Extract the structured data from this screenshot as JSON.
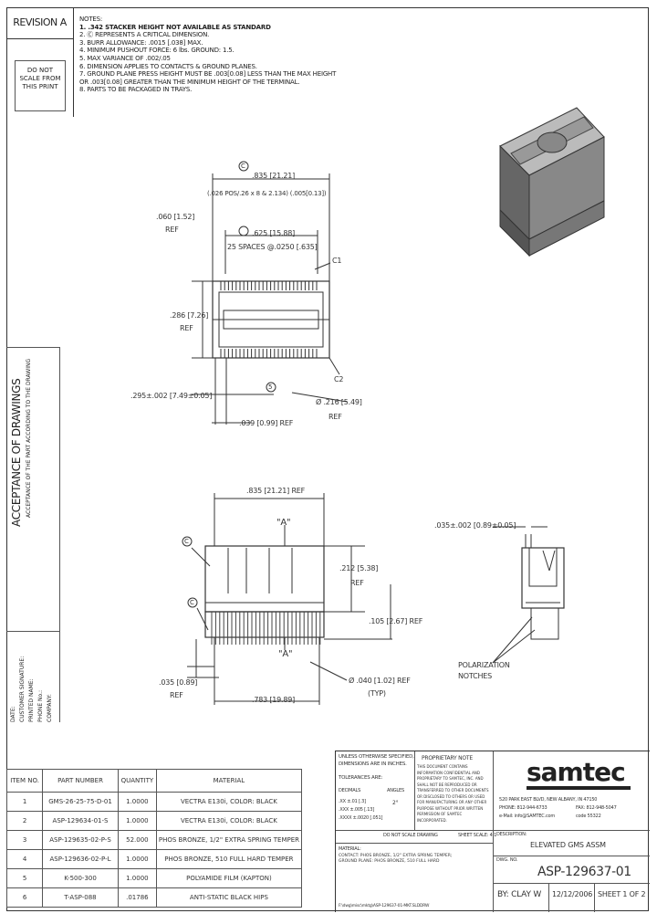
{
  "revision": "REVISION A",
  "do_not_scale": [
    "DO NOT",
    "SCALE FROM",
    "THIS PRINT"
  ],
  "notes": {
    "title": "NOTES:",
    "items": [
      "1. .342 STACKER HEIGHT NOT AVAILABLE AS STANDARD",
      "2. Ⓒ REPRESENTS A CRITICAL DIMENSION.",
      "3. BURR ALLOWANCE: .0015 [.038] MAX.",
      "4. MINIMUM PUSHOUT FORCE: 6 lbs. GROUND: 1.5.",
      "5. MAX VARIANCE OF .002/.05",
      "6. DIMENSION APPLIES TO CONTACTS & GROUND PLANES.",
      "7. GROUND PLANE PRESS HEIGHT MUST BE .003[0.08] LESS THAN THE MAX HEIGHT",
      "   OR .003[0.08] GREATER THAN THE MINIMUM HEIGHT OF THE TERMINAL.",
      "8. PARTS TO BE PACKAGED IN TRAYS."
    ]
  },
  "side_labels": {
    "acceptance": "ACCEPTANCE OF DRAWINGS",
    "acceptance_sub": "ACCEPTANCE OF THE PART ACCORDING TO THE DRAWING",
    "fields": [
      "DATE:",
      "CUSTOMER SIGNATURE:",
      "PRINTED NAME:",
      "PHONE No.:",
      "COMPANY:"
    ]
  },
  "top_view_dims": {
    "c_mark": "C",
    "width_in": ".835 [21.21]",
    "pitch": "(.026 POS/.26 x 8 & 2.134) (.005[0.13])",
    "d060": ".060 [1.52]",
    "ref": "REF",
    "d625": ".625 [15.88]",
    "spaces": "25 SPACES @.0250 [.635]",
    "c1": "C1",
    "h286": ".286 [7.26]",
    "ref2": "REF",
    "c2": "C2",
    "d295": ".295±.002 [7.49±0.05]",
    "callout5": "5",
    "dia216": "Ø .216 [5.49]",
    "ref3": "REF",
    "d039": ".039 [0.99] REF"
  },
  "front_view_dims": {
    "d835": ".835 [21.21] REF",
    "a_top": "\"A\"",
    "a_bot": "\"A\"",
    "c_mark": "C",
    "c_mark2": "C",
    "d212": ".212 [5.38]",
    "ref": "REF",
    "d105": ".105 [2.67] REF",
    "d035": ".035 [0.89]",
    "ref2": "REF",
    "d040": "Ø .040 [1.02] REF",
    "typ": "(TYP)",
    "d783": ".783 [19.89]"
  },
  "side_view_dims": {
    "d035": ".035±.002 [0.89±0.05]",
    "polar": [
      "POLARIZATION",
      "NOTCHES"
    ]
  },
  "bom": {
    "headers": [
      "ITEM NO.",
      "PART NUMBER",
      "QUANTITY",
      "MATERIAL"
    ],
    "rows": [
      [
        "1",
        "GMS-26-25-75-D-01",
        "1.0000",
        "VECTRA E130i, COLOR: BLACK"
      ],
      [
        "2",
        "ASP-129634-01-S",
        "1.0000",
        "VECTRA E130i, COLOR: BLACK"
      ],
      [
        "3",
        "ASP-129635-02-P-S",
        "52.000",
        "PHOS BRONZE, 1/2\" EXTRA SPRING TEMPER"
      ],
      [
        "4",
        "ASP-129636-02-P-L",
        "1.0000",
        "PHOS BRONZE, 510 FULL HARD TEMPER"
      ],
      [
        "5",
        "K-500-300",
        "1.0000",
        "POLYAMIDE FILM (KAPTON)"
      ],
      [
        "6",
        "T-ASP-088",
        ".01786",
        "ANTI-STATIC BLACK HIPS"
      ]
    ]
  },
  "title_block": {
    "unless": "UNLESS OTHERWISE SPECIFIED,",
    "dims": "DIMENSIONS ARE IN INCHES.",
    "tol": "TOLERANCES ARE:",
    "decimals": "DECIMALS",
    "angles": "ANGLES",
    "tol1": ".XX ±.01 [.3]",
    "tol2": ".XXX ±.005 [.13]",
    "tol3": ".XXXX ±.0020 [.051]",
    "angle_val": "2°",
    "proprietary": "PROPRIETARY NOTE",
    "prop_text": "THIS DOCUMENT CONTAINS INFORMATION CONFIDENTIAL AND PROPRIETARY TO SAMTEC, INC. AND SHALL NOT BE REPRODUCED OR TRANSFERRED TO OTHER DOCUMENTS OR DISCLOSED TO OTHERS OR USED FOR MANUFACTURING OR ANY OTHER PURPOSE WITHOUT PRIOR WRITTEN PERMISSION OF SAMTEC INCORPORATED.",
    "do_not_scale": "DO NOT SCALE DRAWING",
    "sheet_scale": "SHEET SCALE: 4:1",
    "material_label": "MATERIAL:",
    "material_text": "CONTACT: PHOS BRONZE, 1/2\" EXTRA SPRING TEMPER; GROUND PLANE: PHOS BRONZE, 510 FULL HARD",
    "footer": "F:\\dwg\\misc\\mktg\\ASP-129637-01-MKT.SLDDRW",
    "brand": "samtec",
    "address1": "520 PARK EAST BLVD, NEW ALBANY, IN 47150",
    "phone": "PHONE: 812-944-6733",
    "fax": "FAX: 812-948-5047",
    "email": "e-Mail: info@SAMTEC.com",
    "code": "code 55322",
    "description_label": "DESCRIPTION:",
    "description": "ELEVATED GMS ASSM",
    "dwg_label": "DWG. NO.",
    "dwg_no": "ASP-129637-01",
    "by": "BY: CLAY W",
    "date": "12/12/2006",
    "sheet": "SHEET 1 OF 2"
  },
  "colors": {
    "ink": "#333333",
    "paper": "#ffffff",
    "shade": "#777777"
  }
}
